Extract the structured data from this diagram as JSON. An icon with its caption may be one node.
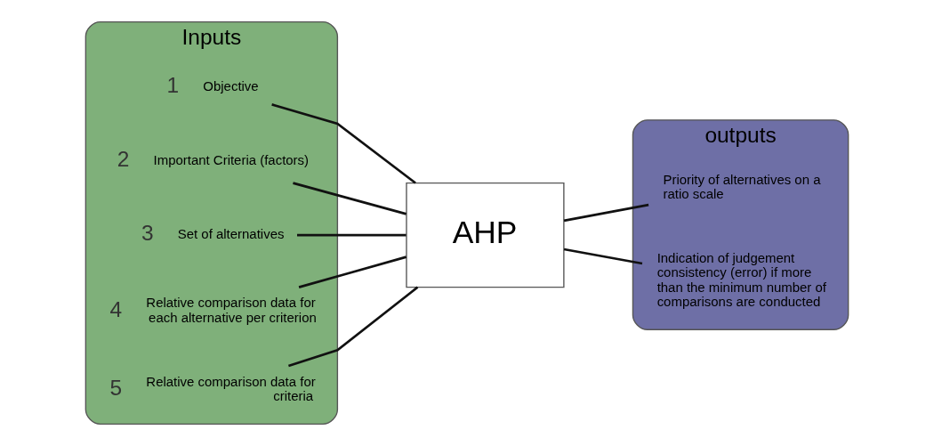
{
  "diagram": {
    "nodes": [
      {
        "text": [
          "Inputs"
        ]
      },
      {
        "text": [
          "Objective"
        ],
        "beside": [
          "1"
        ],
        "in": 0
      },
      {
        "text": [
          "Important Criteria (factors)"
        ],
        "beside": [
          "2"
        ],
        "in": 0
      },
      {
        "text": [
          "Set of alternatives"
        ],
        "beside": [
          "3"
        ],
        "in": 0
      },
      {
        "text": [
          "Relative comparison data for each alternative per criterion"
        ],
        "beside": [
          "4"
        ],
        "in": 0
      },
      {
        "text": [
          "Relative comparison data for criteria"
        ],
        "beside": [
          "5"
        ],
        "in": 0
      },
      {
        "text": [
          "AHP"
        ]
      },
      {
        "text": [
          "outputs"
        ]
      },
      {
        "text": [
          "Priority of alternatives on a ratio scale"
        ],
        "in": 7
      },
      {
        "text": [
          "Indication of judgement consistency (error) if more than the minimum number of comparisons are conducted"
        ],
        "in": 7
      }
    ],
    "edges": [
      {
        "from": 1,
        "to": 6,
        "arrow": "none"
      },
      {
        "from": 2,
        "to": 6,
        "arrow": "none"
      },
      {
        "from": 3,
        "to": 6,
        "arrow": "none"
      },
      {
        "from": 4,
        "to": 6,
        "arrow": "none"
      },
      {
        "from": 5,
        "to": 6,
        "arrow": "none"
      },
      {
        "from": 6,
        "to": 8,
        "arrow": "none"
      },
      {
        "from": 6,
        "to": 9,
        "arrow": "none"
      }
    ]
  }
}
